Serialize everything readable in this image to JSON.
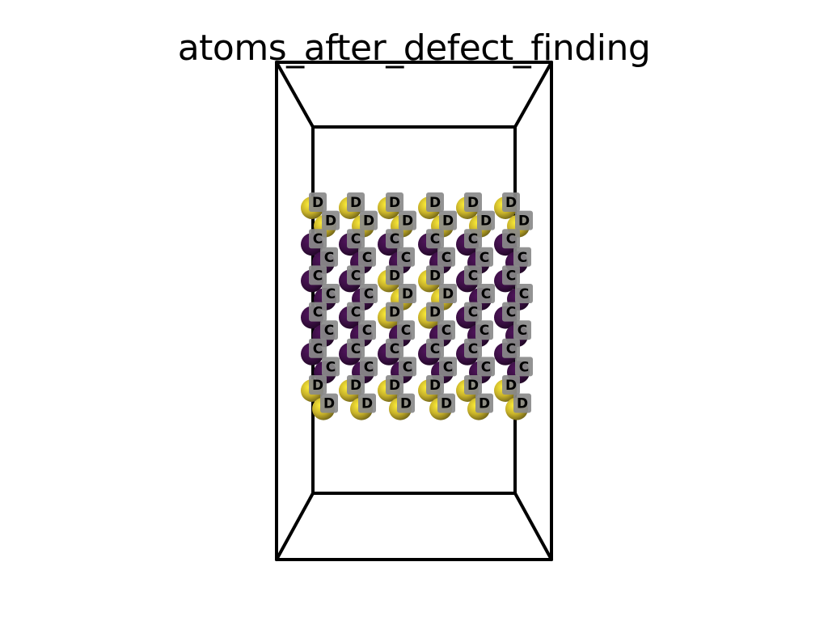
{
  "title": "atoms_after_defect_finding",
  "colors": {
    "background": "#ffffff",
    "box_edge": "#000000",
    "defect_atom": "#c8b22a",
    "normal_atom": "#3b0f44",
    "label_bg": "#8a8a8a",
    "label_text": "#000000"
  },
  "atom_types": {
    "defect": {
      "label": "D"
    },
    "normal": {
      "label": "C"
    }
  },
  "grid": {
    "columns": 6,
    "layout_rows": [
      "DDDDDD",
      "DDDDDD",
      "CCCCCC",
      "CCCCCC",
      "CCDDCC",
      "CCDDCC",
      "CCDDCC",
      "CCCCCC",
      "CCCCCC",
      "CCCCCC",
      "DDDDDD",
      "DDDDDD"
    ]
  }
}
